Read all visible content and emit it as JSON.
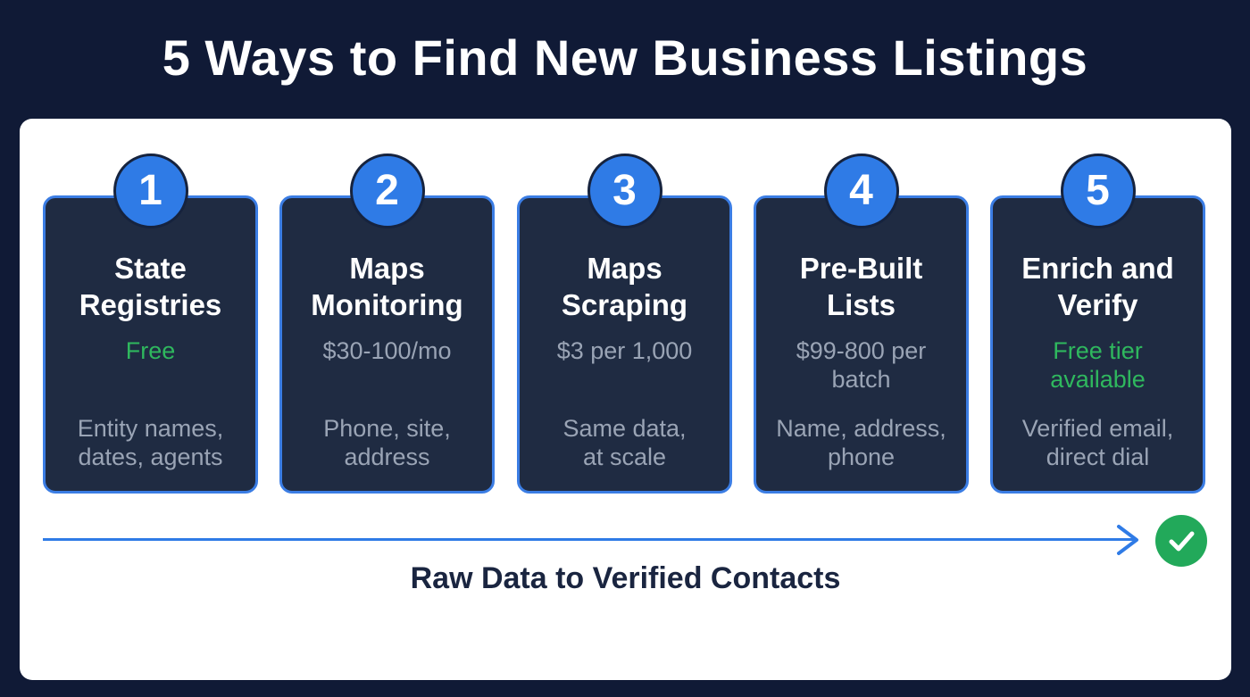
{
  "title": "5 Ways to Find New Business Listings",
  "colors": {
    "background": "#101a36",
    "card": "#1f2b42",
    "accent_blue": "#2f7be6",
    "green": "#2fb85e",
    "muted_text": "#9aa4b5"
  },
  "cards": [
    {
      "number": "1",
      "title_line1": "State",
      "title_line2": "Registries",
      "price_line1": "Free",
      "price_line2": "",
      "price_color": "green",
      "desc_line1": "Entity names,",
      "desc_line2": "dates, agents"
    },
    {
      "number": "2",
      "title_line1": "Maps",
      "title_line2": "Monitoring",
      "price_line1": "$30-100/mo",
      "price_line2": "",
      "price_color": "gray",
      "desc_line1": "Phone, site,",
      "desc_line2": "address"
    },
    {
      "number": "3",
      "title_line1": "Maps",
      "title_line2": "Scraping",
      "price_line1": "$3 per 1,000",
      "price_line2": "",
      "price_color": "gray",
      "desc_line1": "Same data,",
      "desc_line2": "at scale"
    },
    {
      "number": "4",
      "title_line1": "Pre-Built",
      "title_line2": "Lists",
      "price_line1": "$99-800 per",
      "price_line2": "batch",
      "price_color": "gray",
      "desc_line1": "Name, address,",
      "desc_line2": "phone"
    },
    {
      "number": "5",
      "title_line1": "Enrich and",
      "title_line2": "Verify",
      "price_line1": "Free tier",
      "price_line2": "available",
      "price_color": "green",
      "desc_line1": "Verified email,",
      "desc_line2": "direct dial"
    }
  ],
  "flow": {
    "label": "Raw Data to Verified Contacts",
    "end_icon": "check-circle-icon",
    "arrow_icon": "arrow-right-icon"
  }
}
